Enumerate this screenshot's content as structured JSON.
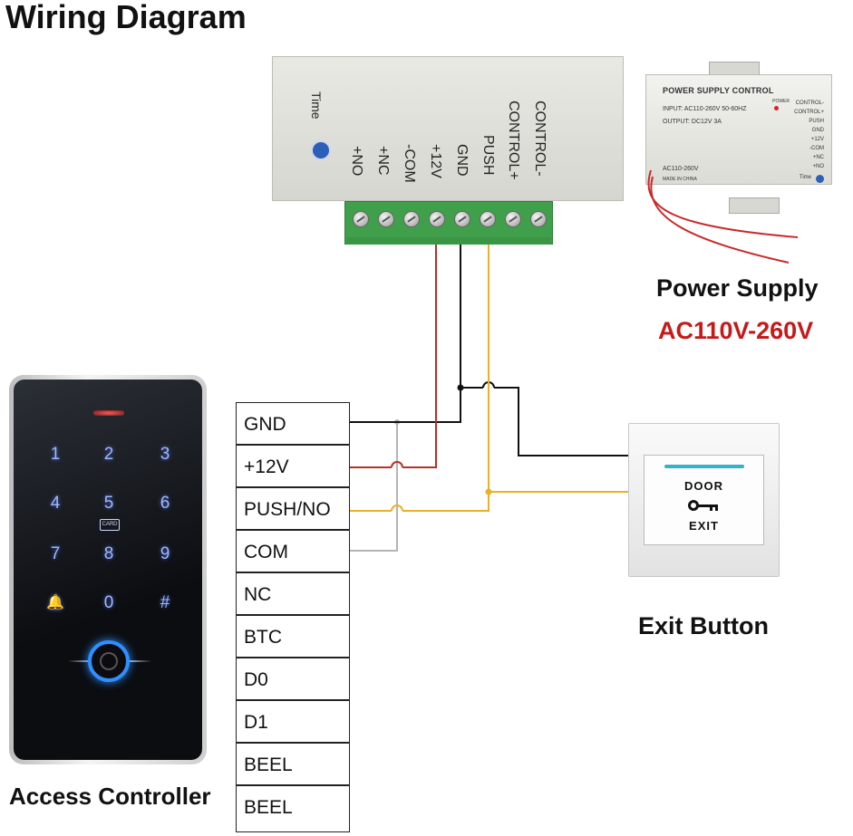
{
  "title": "Wiring Diagram",
  "power_box": {
    "labels": [
      "CONTROL-",
      "CONTROL+",
      "PUSH",
      "GND",
      "+12V",
      "-COM",
      "+NC",
      "+NO"
    ],
    "time_label": "Time"
  },
  "power_supply_photo": {
    "title": "POWER SUPPLY CONTROL",
    "input": "INPUT: AC110-260V 50-60HZ",
    "output": "OUTPUT: DC12V 3A",
    "power_led": "POWER",
    "model": "AC110-260V",
    "made": "MADE IN CHINA",
    "time_label": "Time",
    "terminals": [
      "CONTROL-",
      "CONTROL+",
      "PUSH",
      "GND",
      "+12V",
      "-COM",
      "+NC",
      "+NO"
    ]
  },
  "power_supply_label": "Power Supply",
  "power_supply_voltage": "AC110V-260V",
  "controller_label": "Access Controller",
  "keypad": {
    "keys": [
      "1",
      "2",
      "3",
      "4",
      "5",
      "6",
      "7",
      "8",
      "9",
      "🔔",
      "0",
      "#"
    ],
    "card_label": "CARD"
  },
  "terminal_table": [
    "GND",
    "+12V",
    "PUSH/NO",
    "COM",
    "NC",
    "BTC",
    "D0",
    "D1",
    "BEEL",
    "BEEL"
  ],
  "exit_button": {
    "top_text": "DOOR",
    "bottom_text": "EXIT"
  },
  "exit_button_label": "Exit Button",
  "colors": {
    "red_wire": "#b5312a",
    "black_wire": "#111111",
    "yellow_wire": "#e8b12a",
    "gray_wire": "#b4b4b4",
    "voltage_text": "#c41a1a"
  }
}
